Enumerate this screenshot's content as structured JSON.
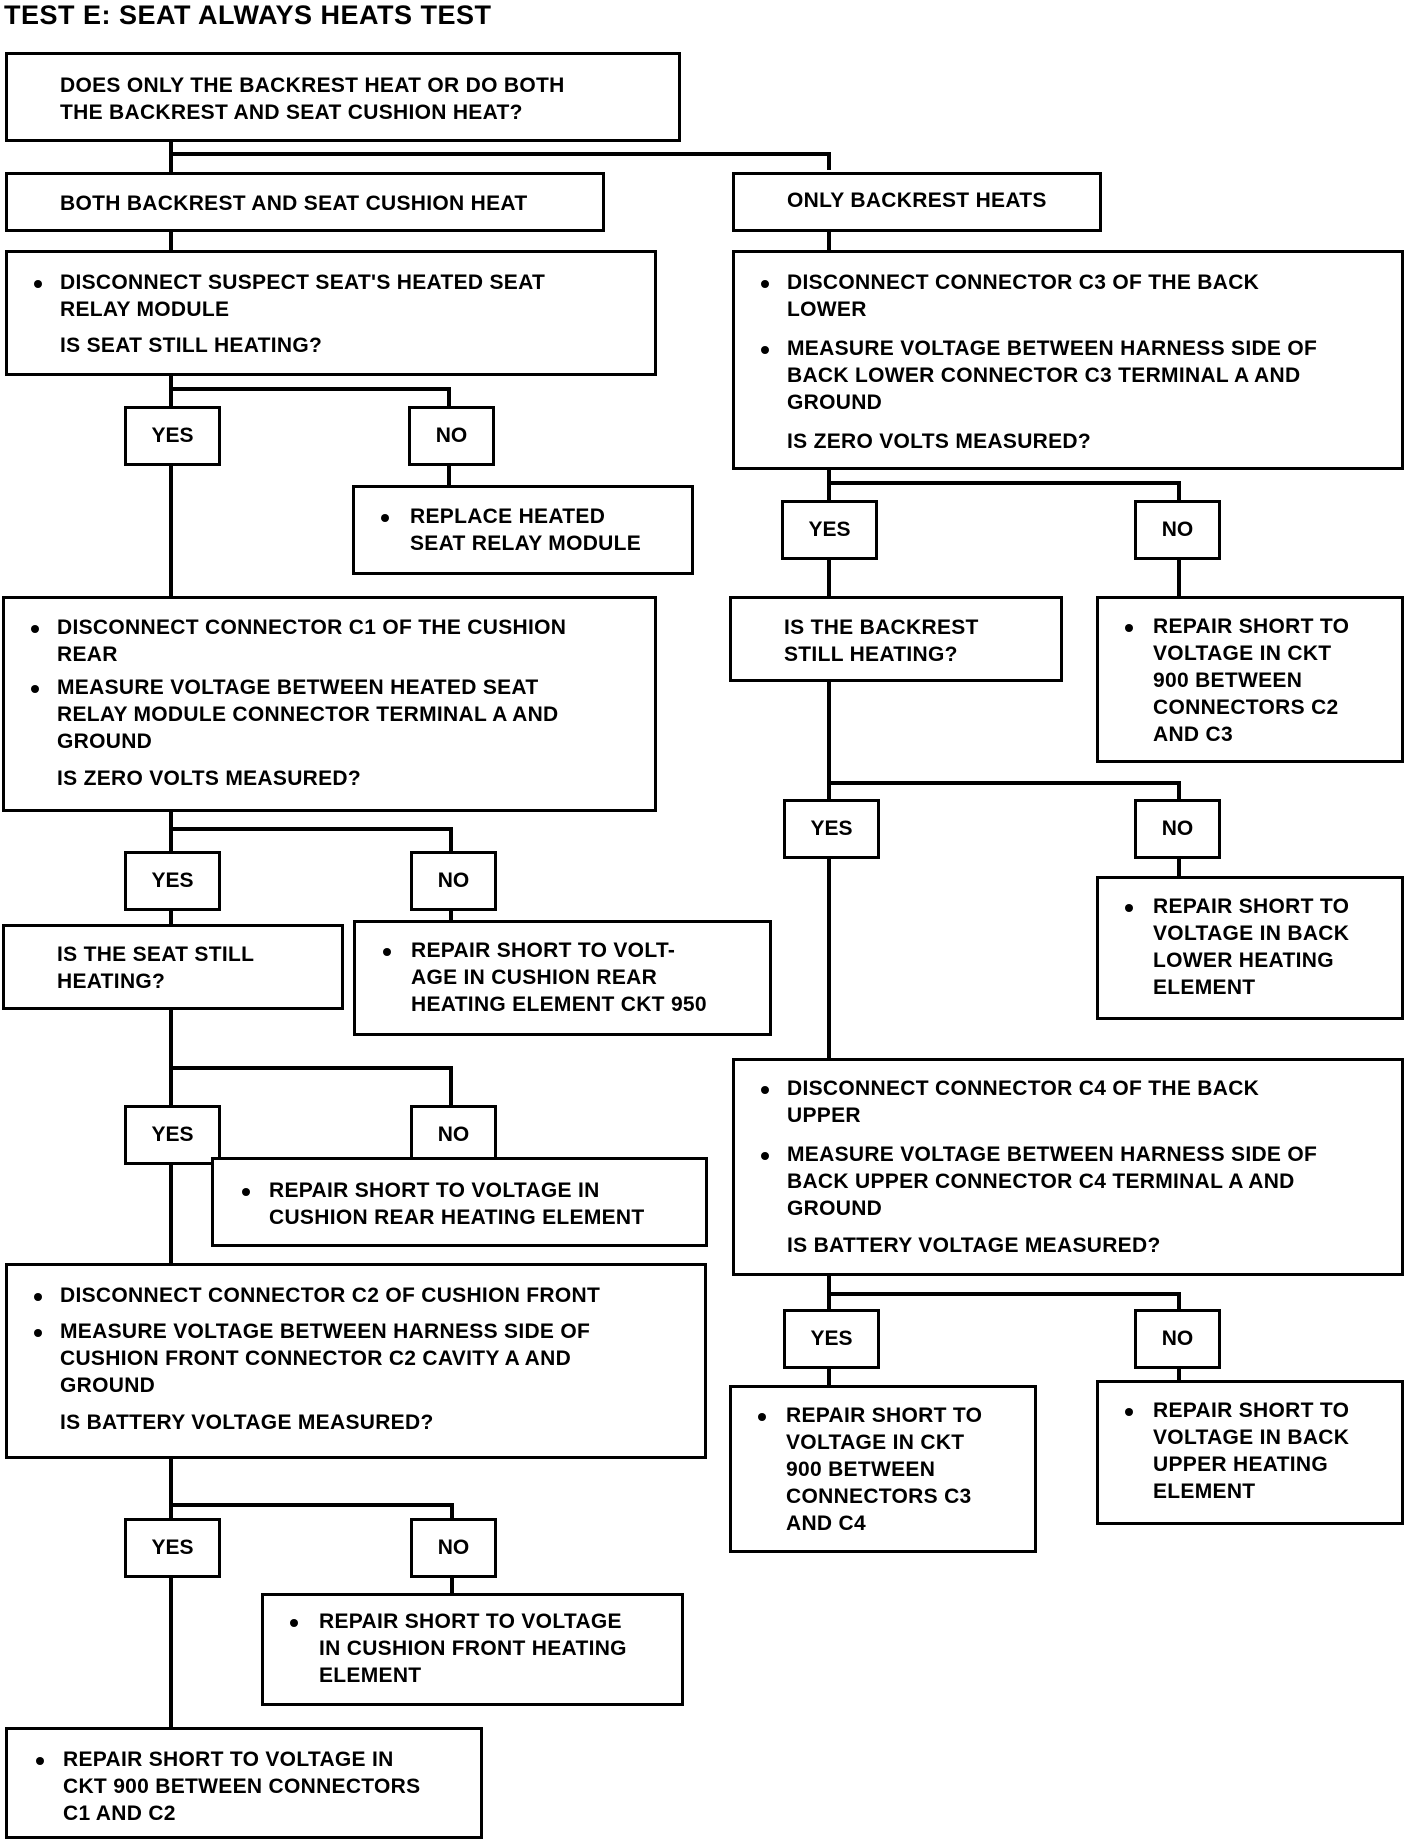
{
  "title": "TEST E: SEAT ALWAYS HEATS TEST",
  "labels": {
    "yes": "YES",
    "no": "NO"
  },
  "nodes": {
    "start": {
      "lines": [
        "DOES ONLY THE BACKREST HEAT OR DO BOTH",
        "THE BACKREST AND SEAT CUSHION HEAT?"
      ]
    },
    "both": "BOTH BACKREST AND SEAT CUSHION HEAT",
    "only_back": "ONLY BACKREST HEATS",
    "l1": {
      "b1": [
        "DISCONNECT SUSPECT SEAT'S HEATED SEAT",
        "RELAY MODULE"
      ],
      "q": "IS SEAT STILL HEATING?"
    },
    "l1_no": [
      "REPLACE HEATED",
      "SEAT RELAY MODULE"
    ],
    "l2": {
      "b1": [
        "DISCONNECT CONNECTOR C1 OF THE CUSHION",
        "REAR"
      ],
      "b2": [
        "MEASURE VOLTAGE BETWEEN HEATED SEAT",
        "RELAY MODULE CONNECTOR TERMINAL A AND",
        "GROUND"
      ],
      "q": "IS ZERO VOLTS MEASURED?"
    },
    "l3": [
      "IS THE SEAT STILL",
      "HEATING?"
    ],
    "l2_no": [
      "REPAIR SHORT TO VOLT-",
      "AGE IN CUSHION REAR",
      "HEATING ELEMENT CKT 950"
    ],
    "l3_no": [
      "REPAIR SHORT TO VOLTAGE IN",
      "CUSHION REAR HEATING ELEMENT"
    ],
    "l4": {
      "b1": [
        "DISCONNECT CONNECTOR C2 OF CUSHION FRONT"
      ],
      "b2": [
        "MEASURE VOLTAGE BETWEEN HARNESS SIDE OF",
        "CUSHION FRONT CONNECTOR C2 CAVITY A AND",
        "GROUND"
      ],
      "q": "IS BATTERY VOLTAGE MEASURED?"
    },
    "l4_no": [
      "REPAIR SHORT TO VOLTAGE",
      "IN CUSHION FRONT HEATING",
      "ELEMENT"
    ],
    "l4_yes": [
      "REPAIR SHORT TO VOLTAGE IN",
      "CKT 900 BETWEEN CONNECTORS",
      "C1 AND C2"
    ],
    "r1": {
      "b1": [
        "DISCONNECT CONNECTOR C3 OF THE BACK",
        "LOWER"
      ],
      "b2": [
        "MEASURE VOLTAGE BETWEEN HARNESS SIDE OF",
        "BACK LOWER CONNECTOR C3 TERMINAL A AND",
        "GROUND"
      ],
      "q": "IS ZERO VOLTS MEASURED?"
    },
    "r2": [
      "IS THE BACKREST",
      "STILL HEATING?"
    ],
    "r1_no": [
      "REPAIR SHORT TO",
      "VOLTAGE IN CKT",
      "900 BETWEEN",
      "CONNECTORS C2",
      "AND C3"
    ],
    "r2_no": [
      "REPAIR SHORT TO",
      "VOLTAGE IN BACK",
      "LOWER HEATING",
      "ELEMENT"
    ],
    "r3": {
      "b1": [
        "DISCONNECT CONNECTOR C4 OF THE BACK",
        "UPPER"
      ],
      "b2": [
        "MEASURE VOLTAGE BETWEEN HARNESS SIDE OF",
        "BACK UPPER CONNECTOR C4 TERMINAL A AND",
        "GROUND"
      ],
      "q": "IS BATTERY VOLTAGE MEASURED?"
    },
    "r3_yes": [
      "REPAIR SHORT TO",
      "VOLTAGE IN CKT",
      "900 BETWEEN",
      "CONNECTORS C3",
      "AND C4"
    ],
    "r3_no": [
      "REPAIR SHORT TO",
      "VOLTAGE IN BACK",
      "UPPER HEATING",
      "ELEMENT"
    ]
  }
}
